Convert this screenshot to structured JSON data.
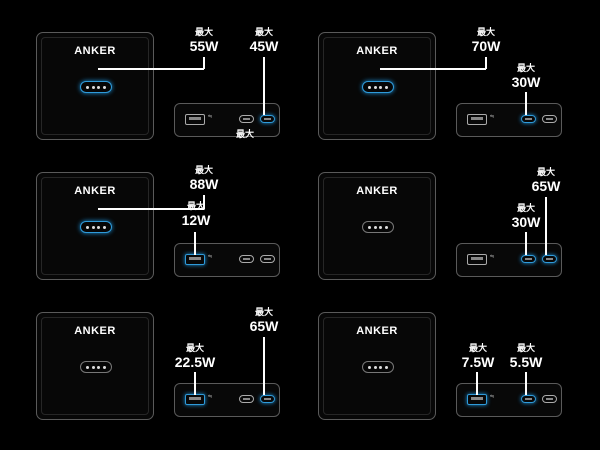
{
  "brand": "ANKER",
  "max_label": "最大",
  "accent_color": "#2f9ad9",
  "panels": [
    {
      "watts_a": "55W",
      "watts_b": "45W"
    },
    {
      "watts_a": "70W",
      "watts_b": "30W"
    },
    {
      "watts_a": "88W",
      "watts_b": "12W"
    },
    {
      "watts_a": "30W",
      "watts_b": "65W"
    },
    {
      "watts_a": "22.5W",
      "watts_b": "65W"
    },
    {
      "watts_a": "7.5W",
      "watts_b": "5.5W"
    }
  ]
}
